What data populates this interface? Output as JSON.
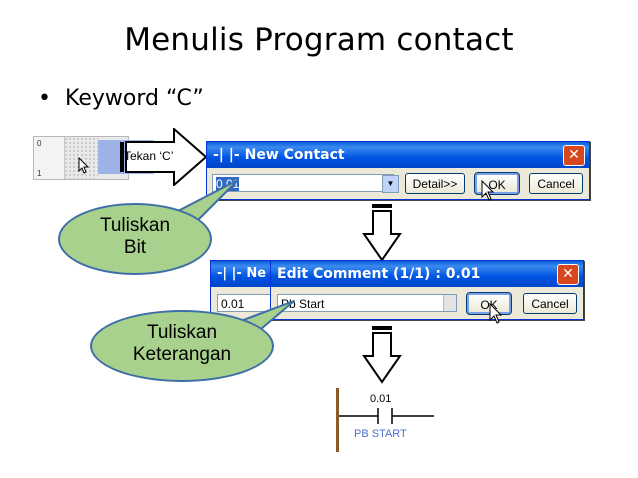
{
  "slide": {
    "title": "Menulis Program contact",
    "bullet": "Keyword “C”"
  },
  "ladder": {
    "row0": "0",
    "row1": "1"
  },
  "step_arrow": {
    "label": "Tekan ‘C’"
  },
  "new_contact_dialog": {
    "title": "-|  |- New Contact",
    "value": "0.01",
    "detail_label": "Detail>>",
    "ok_label": "OK",
    "cancel_label": "Cancel",
    "close_glyph": "✕"
  },
  "edit_comment_dialog": {
    "behind_title": "-|  |- Ne",
    "behind_value": "0.01",
    "title": "Edit Comment (1/1) : 0.01",
    "value": "Pb Start",
    "ok_label": "OK",
    "cancel_label": "Cancel",
    "close_glyph": "✕"
  },
  "callouts": {
    "bit": "Tuliskan Bit",
    "comment": "Tuliskan Keterangan"
  },
  "result": {
    "address": "0.01",
    "comment": "PB START"
  },
  "colors": {
    "titlebar": "#0054e3",
    "callout_fill": "#a9d18e",
    "callout_border": "#3e6ea6",
    "contact_comment": "#4a6fd0",
    "rail": "#8a5a2a"
  }
}
